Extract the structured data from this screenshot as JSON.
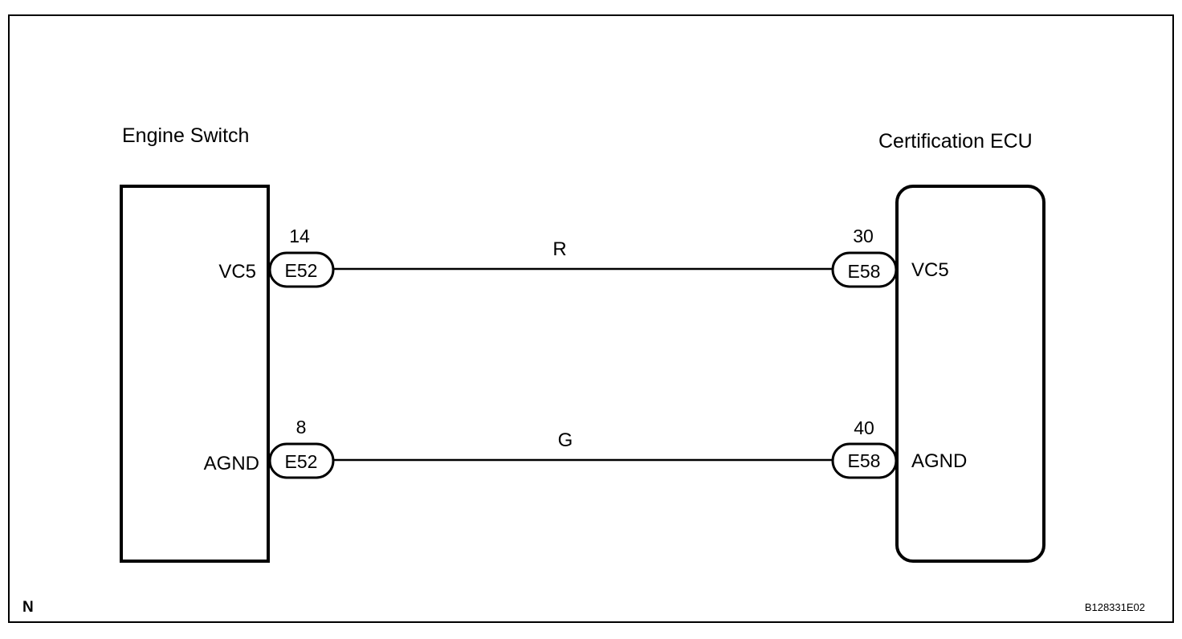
{
  "diagram": {
    "left_component": {
      "title": "Engine Switch",
      "pins": {
        "vc5": {
          "name": "VC5",
          "number": "14",
          "connector": "E52"
        },
        "agnd": {
          "name": "AGND",
          "number": "8",
          "connector": "E52"
        }
      }
    },
    "right_component": {
      "title": "Certification ECU",
      "pins": {
        "vc5": {
          "name": "VC5",
          "number": "30",
          "connector": "E58"
        },
        "agnd": {
          "name": "AGND",
          "number": "40",
          "connector": "E58"
        }
      }
    },
    "wires": {
      "vc5": {
        "color_code": "R"
      },
      "agnd": {
        "color_code": "G"
      }
    },
    "corner_label": "N",
    "figure_code": "B128331E02"
  }
}
